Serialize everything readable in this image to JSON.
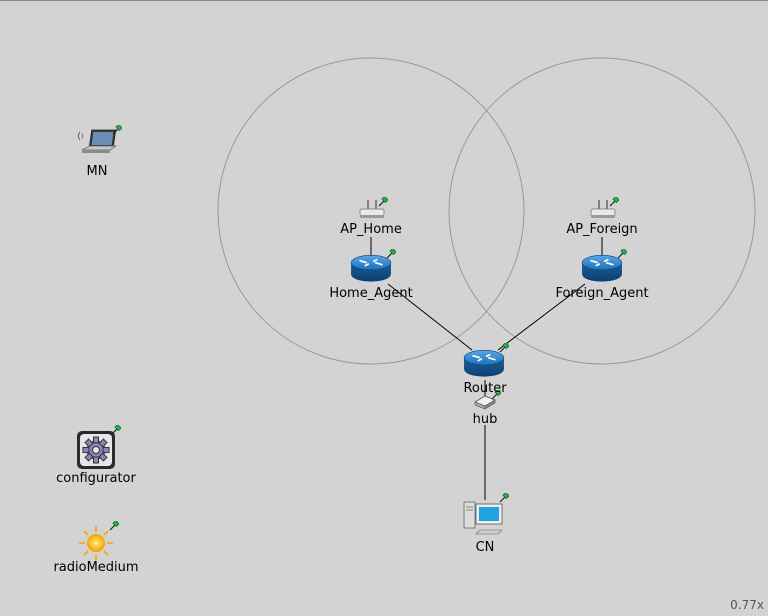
{
  "nodes": {
    "mn": {
      "label": "MN",
      "icon": "laptop-icon"
    },
    "ap_home": {
      "label": "AP_Home",
      "icon": "access-point-icon"
    },
    "ap_foreign": {
      "label": "AP_Foreign",
      "icon": "access-point-icon"
    },
    "home_agent": {
      "label": "Home_Agent",
      "icon": "router-icon"
    },
    "foreign_agent": {
      "label": "Foreign_Agent",
      "icon": "router-icon"
    },
    "router": {
      "label": "Router",
      "icon": "router-icon"
    },
    "hub": {
      "label": "hub",
      "icon": "hub-icon"
    },
    "cn": {
      "label": "CN",
      "icon": "workstation-icon"
    },
    "configurator": {
      "label": "configurator",
      "icon": "gear-icon"
    },
    "radio_medium": {
      "label": "radioMedium",
      "icon": "sun-icon"
    }
  },
  "status": {
    "zoom": "0.77x"
  },
  "colors": {
    "background": "#d3d3d3",
    "router_blue": "#1e6fb8",
    "range_circle": "#999999",
    "link": "#000000"
  }
}
